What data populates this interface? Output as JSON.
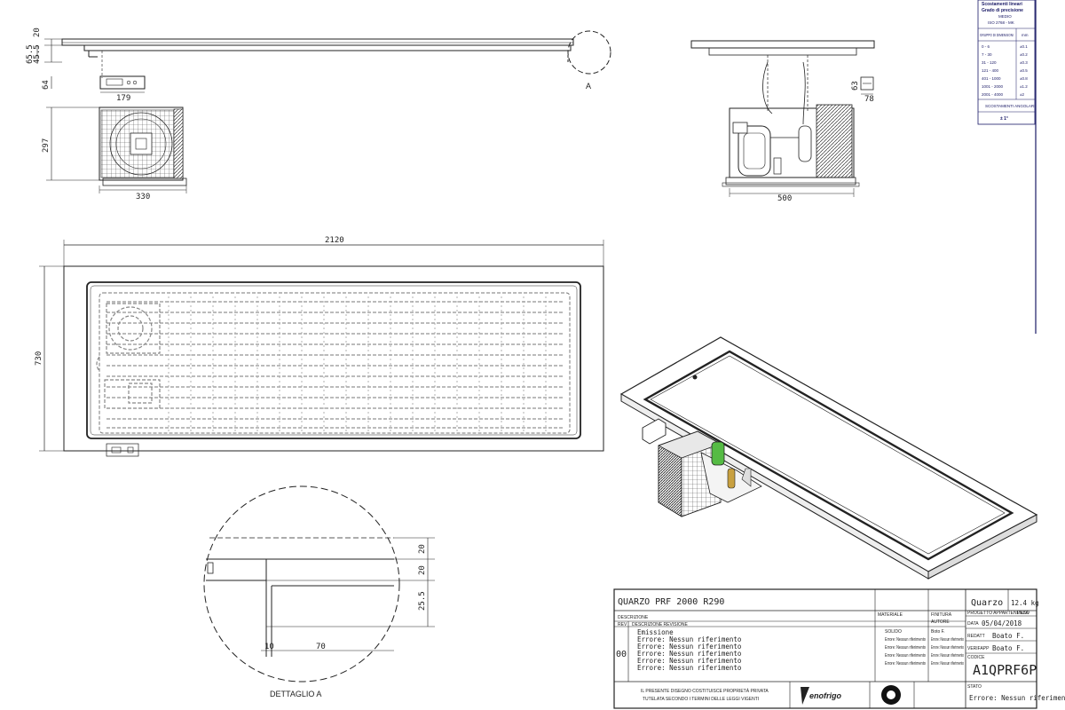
{
  "dimensions": {
    "side_top_thickness": "20",
    "side_total_height": "65.5",
    "side_inner_height": "45.5",
    "control_height": "64",
    "control_width": "179",
    "unit_height": "297",
    "unit_width": "330",
    "front_width": "500",
    "front_small_a": "63",
    "front_small_b": "78",
    "plan_length": "2120",
    "plan_width": "730",
    "detail_20a": "20",
    "detail_20b": "20",
    "detail_255": "25.5",
    "detail_10": "10",
    "detail_70": "70"
  },
  "labels": {
    "detail_callout": "A",
    "detail_title": "DETTAGLIO A"
  },
  "tolerance_table": {
    "title_lines": [
      "Scostamenti lineari",
      "Grado di precisione",
      "MEDIO",
      "ISO 2768 - MK"
    ],
    "header": [
      "GRUPPO DI DIMENSIONI",
      "mm"
    ],
    "rows": [
      [
        "0  -  6",
        "±0.1"
      ],
      [
        "7  -  30",
        "±0.2"
      ],
      [
        "31  -  120",
        "±0.3"
      ],
      [
        "121  -  400",
        "±0.5"
      ],
      [
        "401  -  1000",
        "±0.8"
      ],
      [
        "1001 - 2000",
        "±1.2"
      ],
      [
        "2001 - 4000",
        "±2"
      ]
    ],
    "angular_title": "SCOSTAMENTI ANGOLARI",
    "angular_value": "± 1°"
  },
  "title_block": {
    "drawing_title": "QUARZO PRF 2000 R290",
    "family": "Quarzo",
    "weight": "12.4 kg",
    "col_descrizione": "DESCRIZIONE",
    "col_materiale": "MATERIALE",
    "col_finitura": "FINITURA",
    "col_progetto": "PROGETTO APPARTENENZA",
    "col_peso": "PESO",
    "col_rev": "REV",
    "col_descr_rev": "DESCRIZIONE REVISIONE",
    "col_autore": "AUTORE",
    "rev_number": "00",
    "revision_lines": [
      "Emissione",
      "Errore: Nessun riferimento",
      "Errore: Nessun riferimento",
      "Errore: Nessun riferimento",
      "Errore: Nessun riferimento",
      "Errore: Nessun riferimento"
    ],
    "material_lines": [
      "SOLIDO",
      "Errore: Nessun riferimento",
      "Errore: Nessun riferimento",
      "Errore: Nessun riferimento",
      "Errore: Nessun riferimento"
    ],
    "finish_lines": [
      "Boto F.",
      "Errore: Nessun riferimento",
      "Errore: Nessun riferimento",
      "Errore: Nessun riferimento",
      "Errore: Nessun riferimento"
    ],
    "label_data": "DATA",
    "date": "05/04/2018",
    "label_redatto": "REDATT",
    "redatto": "Boato F.",
    "label_approvato": "VERIFAPP",
    "approvato": "Boato F.",
    "label_codice": "CODICE",
    "code": "A1QPRF6P",
    "disclaimer_1": "IL PRESENTE DISEGNO COSTITUISCE PROPRIETÀ PRIVATA",
    "disclaimer_2": "TUTELATA SECONDO I TERMINI DELLE LEGGI VIGENTI",
    "brand": "enofrigo",
    "label_stato": "STATO",
    "status": "Errore: Nessun riferimento"
  }
}
